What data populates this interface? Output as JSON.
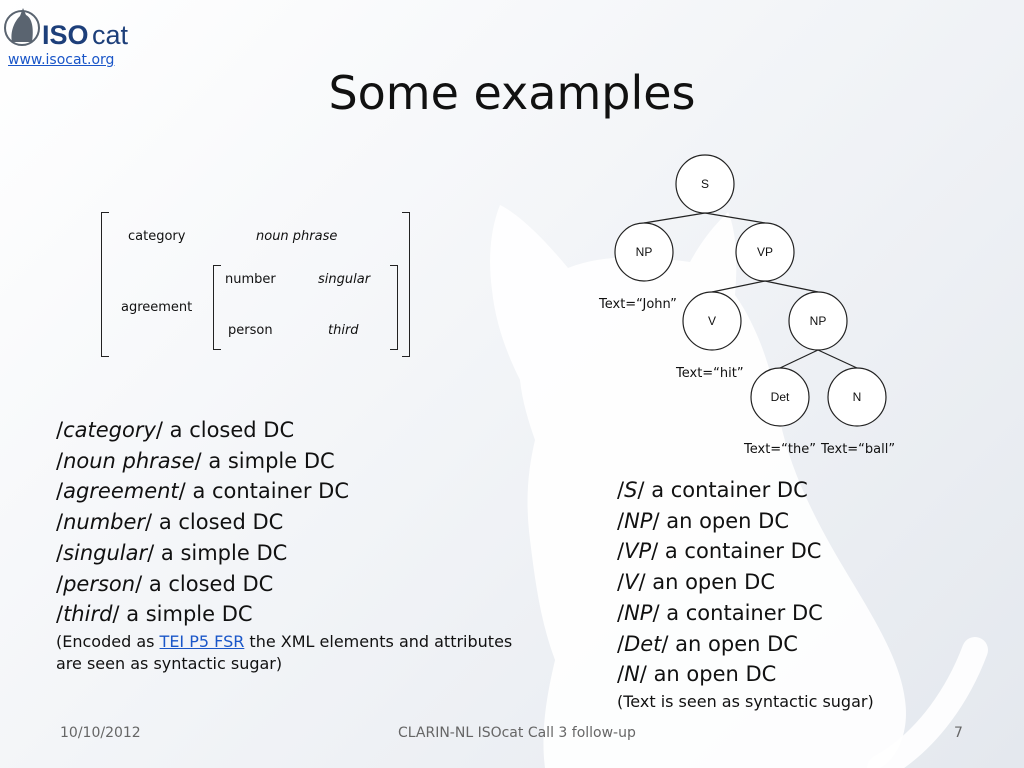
{
  "header": {
    "logo_text_bold": "ISO",
    "logo_text_light": "cat",
    "logo_url": "www.isocat.org",
    "title": "Some examples"
  },
  "avm": {
    "outer": [
      {
        "attribute": "category",
        "value": "noun phrase"
      },
      {
        "attribute": "agreement"
      }
    ],
    "inner": [
      {
        "attribute": "number",
        "value": "singular"
      },
      {
        "attribute": "person",
        "value": "third"
      }
    ]
  },
  "tree": {
    "nodes": [
      "S",
      "NP",
      "VP",
      "V",
      "NP",
      "Det",
      "N"
    ],
    "texts": [
      "Text=“John”",
      "Text=“hit”",
      "Text=“the”",
      "Text=“ball”"
    ]
  },
  "left_list": {
    "items": [
      {
        "term": "category",
        "desc": "a closed DC"
      },
      {
        "term": "noun phrase",
        "desc": "a simple DC"
      },
      {
        "term": "agreement",
        "desc": "a container DC"
      },
      {
        "term": "number",
        "desc": "a closed DC"
      },
      {
        "term": "singular",
        "desc": "a simple DC"
      },
      {
        "term": "person",
        "desc": "a closed DC"
      },
      {
        "term": "third",
        "desc": "a simple DC"
      }
    ],
    "note_prefix": "(Encoded as ",
    "note_link": "TEI P5 FSR",
    "note_suffix": " the XML elements and attributes",
    "note_line2": "are seen as syntactic sugar)"
  },
  "right_list": {
    "items": [
      {
        "term": "S",
        "desc": "a container DC"
      },
      {
        "term": "NP",
        "desc": "an open DC"
      },
      {
        "term": "VP",
        "desc": "a container DC"
      },
      {
        "term": "V",
        "desc": "an open DC"
      },
      {
        "term": "NP",
        "desc": "a container DC"
      },
      {
        "term": "Det",
        "desc": "an open DC"
      },
      {
        "term": "N",
        "desc": "an open DC"
      }
    ],
    "note": "(Text is seen as syntactic sugar)"
  },
  "footer": {
    "date": "10/10/2012",
    "center": "CLARIN-NL ISOcat Call 3 follow-up",
    "page": "7"
  },
  "colors": {
    "accent_blue": "#1a56c8",
    "logo_gray": "#5a6470"
  }
}
